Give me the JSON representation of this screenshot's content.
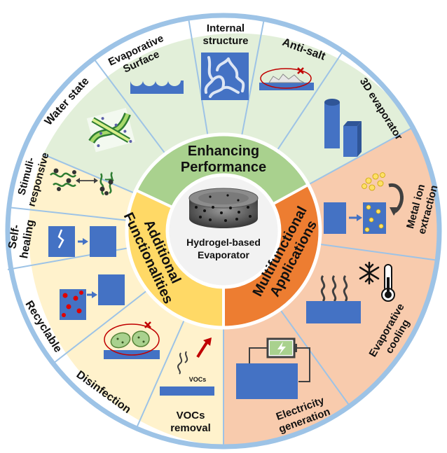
{
  "center": {
    "line1": "Hydrogel-based",
    "line2": "Evaporator"
  },
  "categories": {
    "enhancing": {
      "line1": "Enhancing",
      "line2": "Performance"
    },
    "additional": {
      "line1": "Additional",
      "line2": "Functionalities"
    },
    "multifunctional": {
      "line1": "Multifunctional",
      "line2": "Applications"
    }
  },
  "segments": {
    "water_state": {
      "line1": "Water state"
    },
    "evaporative_surface": {
      "line1": "Evaporative",
      "line2": "Surface"
    },
    "internal_structure": {
      "line1": "Internal",
      "line2": "structure"
    },
    "anti_salt": {
      "line1": "Anti-salt"
    },
    "evaporator_3d": {
      "line1": "3D evaporator"
    },
    "metal_ion": {
      "line1": "Metal ion",
      "line2": "extraction"
    },
    "evaporative_cooling": {
      "line1": "Evaporative",
      "line2": "cooling"
    },
    "electricity": {
      "line1": "Electricity",
      "line2": "generation"
    },
    "vocs_removal": {
      "line1": "VOCs",
      "line2": "removal",
      "icon_text": "VOCs"
    },
    "disinfection": {
      "line1": "Disinfection"
    },
    "recyclable": {
      "line1": "Recyclable"
    },
    "self_healing": {
      "line1": "Self-",
      "line2": "healing"
    },
    "stimuli": {
      "line1": "Stimuli-",
      "line2": "responsive"
    }
  },
  "colors": {
    "green_ring": "#e2efd9",
    "green_inner": "#a9d18e",
    "orange_ring": "#f8cbad",
    "orange_inner": "#ed7d31",
    "yellow_ring": "#fff2cc",
    "yellow_inner": "#ffd966",
    "border_blue": "#9dc3e6",
    "icon_blue": "#4472c4"
  },
  "icons": [
    "hydrogel-disk-icon",
    "water-state-icon",
    "wavy-surface-icon",
    "internal-structure-icon",
    "anti-salt-icon",
    "3d-evaporator-icon",
    "metal-ion-icon",
    "thermometer-icon",
    "snowflake-icon",
    "heat-waves-icon",
    "battery-icon",
    "vocs-icon",
    "bacteria-icon",
    "recycle-particles-icon",
    "crack-icon",
    "polymer-chains-icon"
  ]
}
